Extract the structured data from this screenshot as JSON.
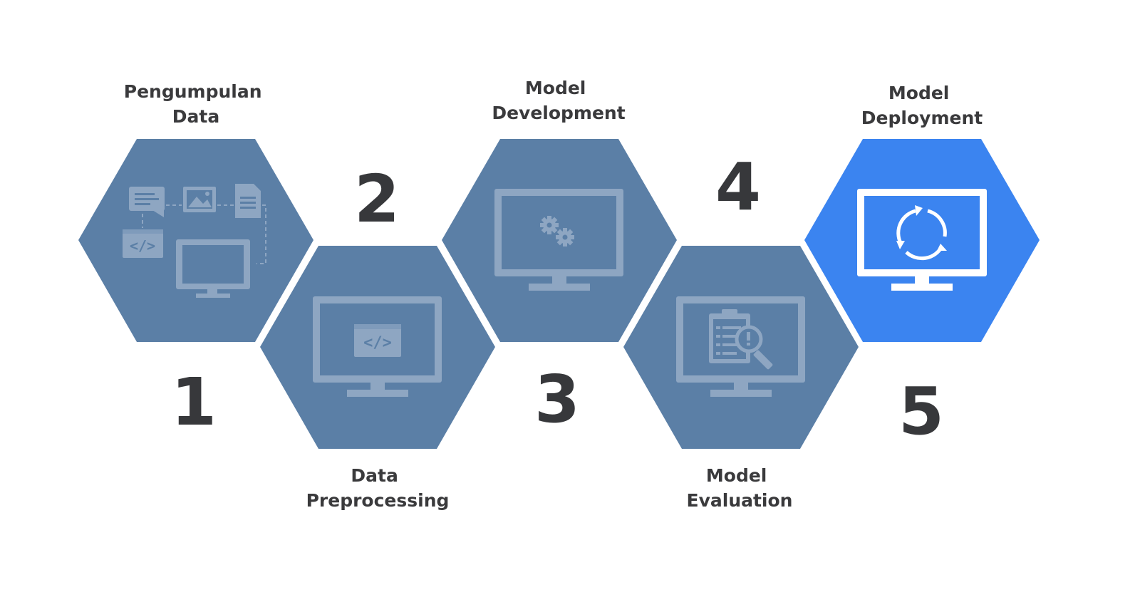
{
  "colors": {
    "hex_default": "#5b7fa6",
    "hex_active": "#3b84f0",
    "icon_default": "#8ea6c2",
    "icon_active": "#ffffff",
    "text": "#3a3a3c"
  },
  "steps": [
    {
      "number": "1",
      "label_lines": [
        "Pengumpulan",
        "Data"
      ],
      "icon": "data-collection-icon",
      "active": false
    },
    {
      "number": "2",
      "label_lines": [
        "Data",
        "Preprocessing"
      ],
      "icon": "code-monitor-icon",
      "active": false
    },
    {
      "number": "3",
      "label_lines": [
        "Model",
        "Development"
      ],
      "icon": "gears-monitor-icon",
      "active": false
    },
    {
      "number": "4",
      "label_lines": [
        "Model",
        "Evaluation"
      ],
      "icon": "clipboard-search-monitor-icon",
      "active": false
    },
    {
      "number": "5",
      "label_lines": [
        "Model",
        "Deployment"
      ],
      "icon": "refresh-monitor-icon",
      "active": true
    }
  ]
}
